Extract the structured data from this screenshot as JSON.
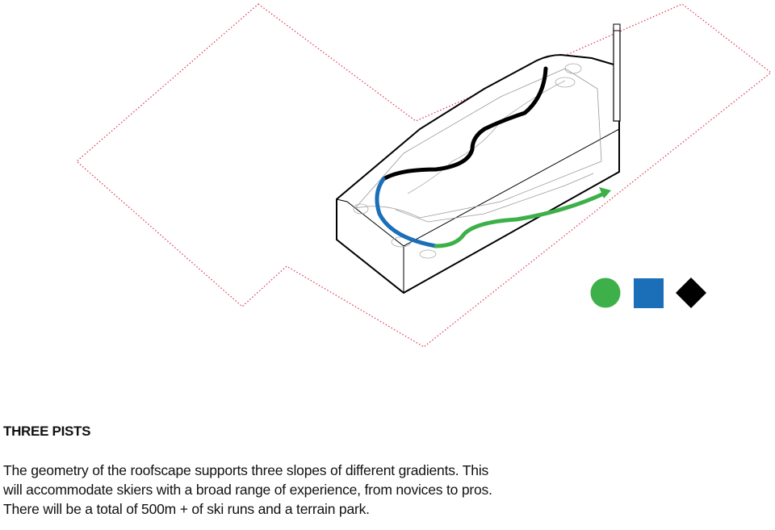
{
  "title": "THREE PISTS",
  "description": [
    "The geometry of the roofscape supports three slopes of different gradients. This",
    "will accommodate skiers with a broad range of experience, from novices to pros.",
    "There will be a total of 500m + of ski runs and a terrain park."
  ],
  "legend": [
    {
      "shape": "circle",
      "color": "#3db049",
      "meaning": "green-piste"
    },
    {
      "shape": "square",
      "color": "#1a6fb8",
      "meaning": "blue-piste"
    },
    {
      "shape": "diamond",
      "color": "#000000",
      "meaning": "black-piste"
    }
  ],
  "colors": {
    "site_boundary": "#e0405a",
    "green": "#3db049",
    "blue": "#1a6fb8",
    "black": "#000000"
  }
}
